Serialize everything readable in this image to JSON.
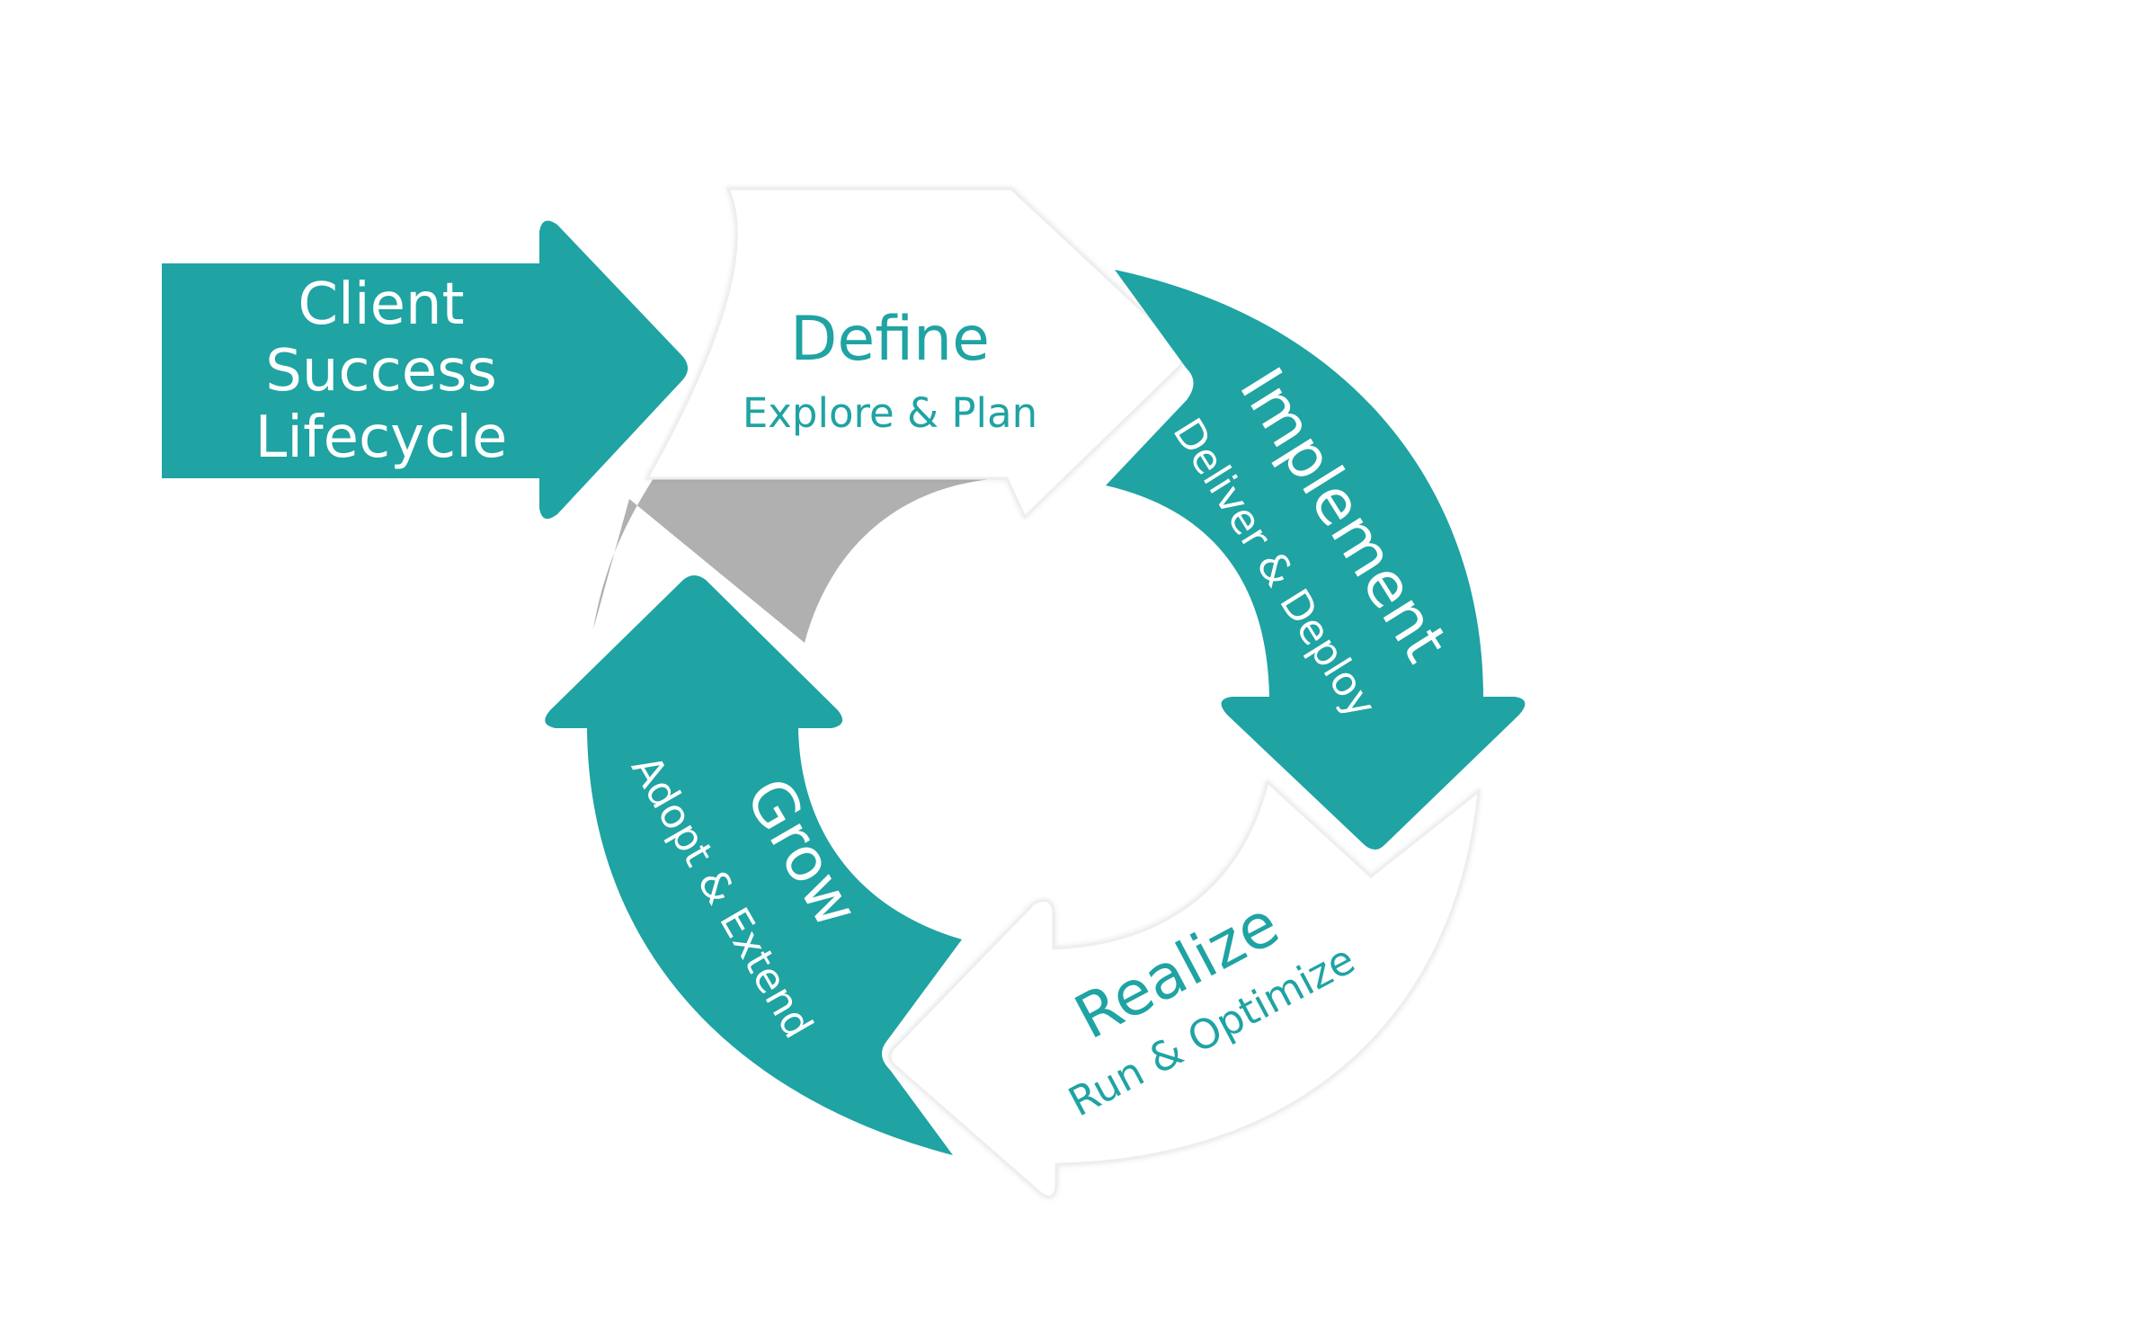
{
  "colors": {
    "teal": "#1fa3a3",
    "gray": "#b0b0b0",
    "white": "#ffffff",
    "outline": "#f0f0f0"
  },
  "entry": {
    "lines": [
      "Client",
      "Success",
      "Lifecycle"
    ]
  },
  "stages": {
    "define": {
      "title": "Define",
      "subtitle": "Explore & Plan"
    },
    "implement": {
      "title": "Implement",
      "subtitle": "Deliver & Deploy"
    },
    "realize": {
      "title": "Realize",
      "subtitle": "Run & Optimize"
    },
    "grow": {
      "title": "Grow",
      "subtitle": "Adopt & Extend"
    }
  }
}
